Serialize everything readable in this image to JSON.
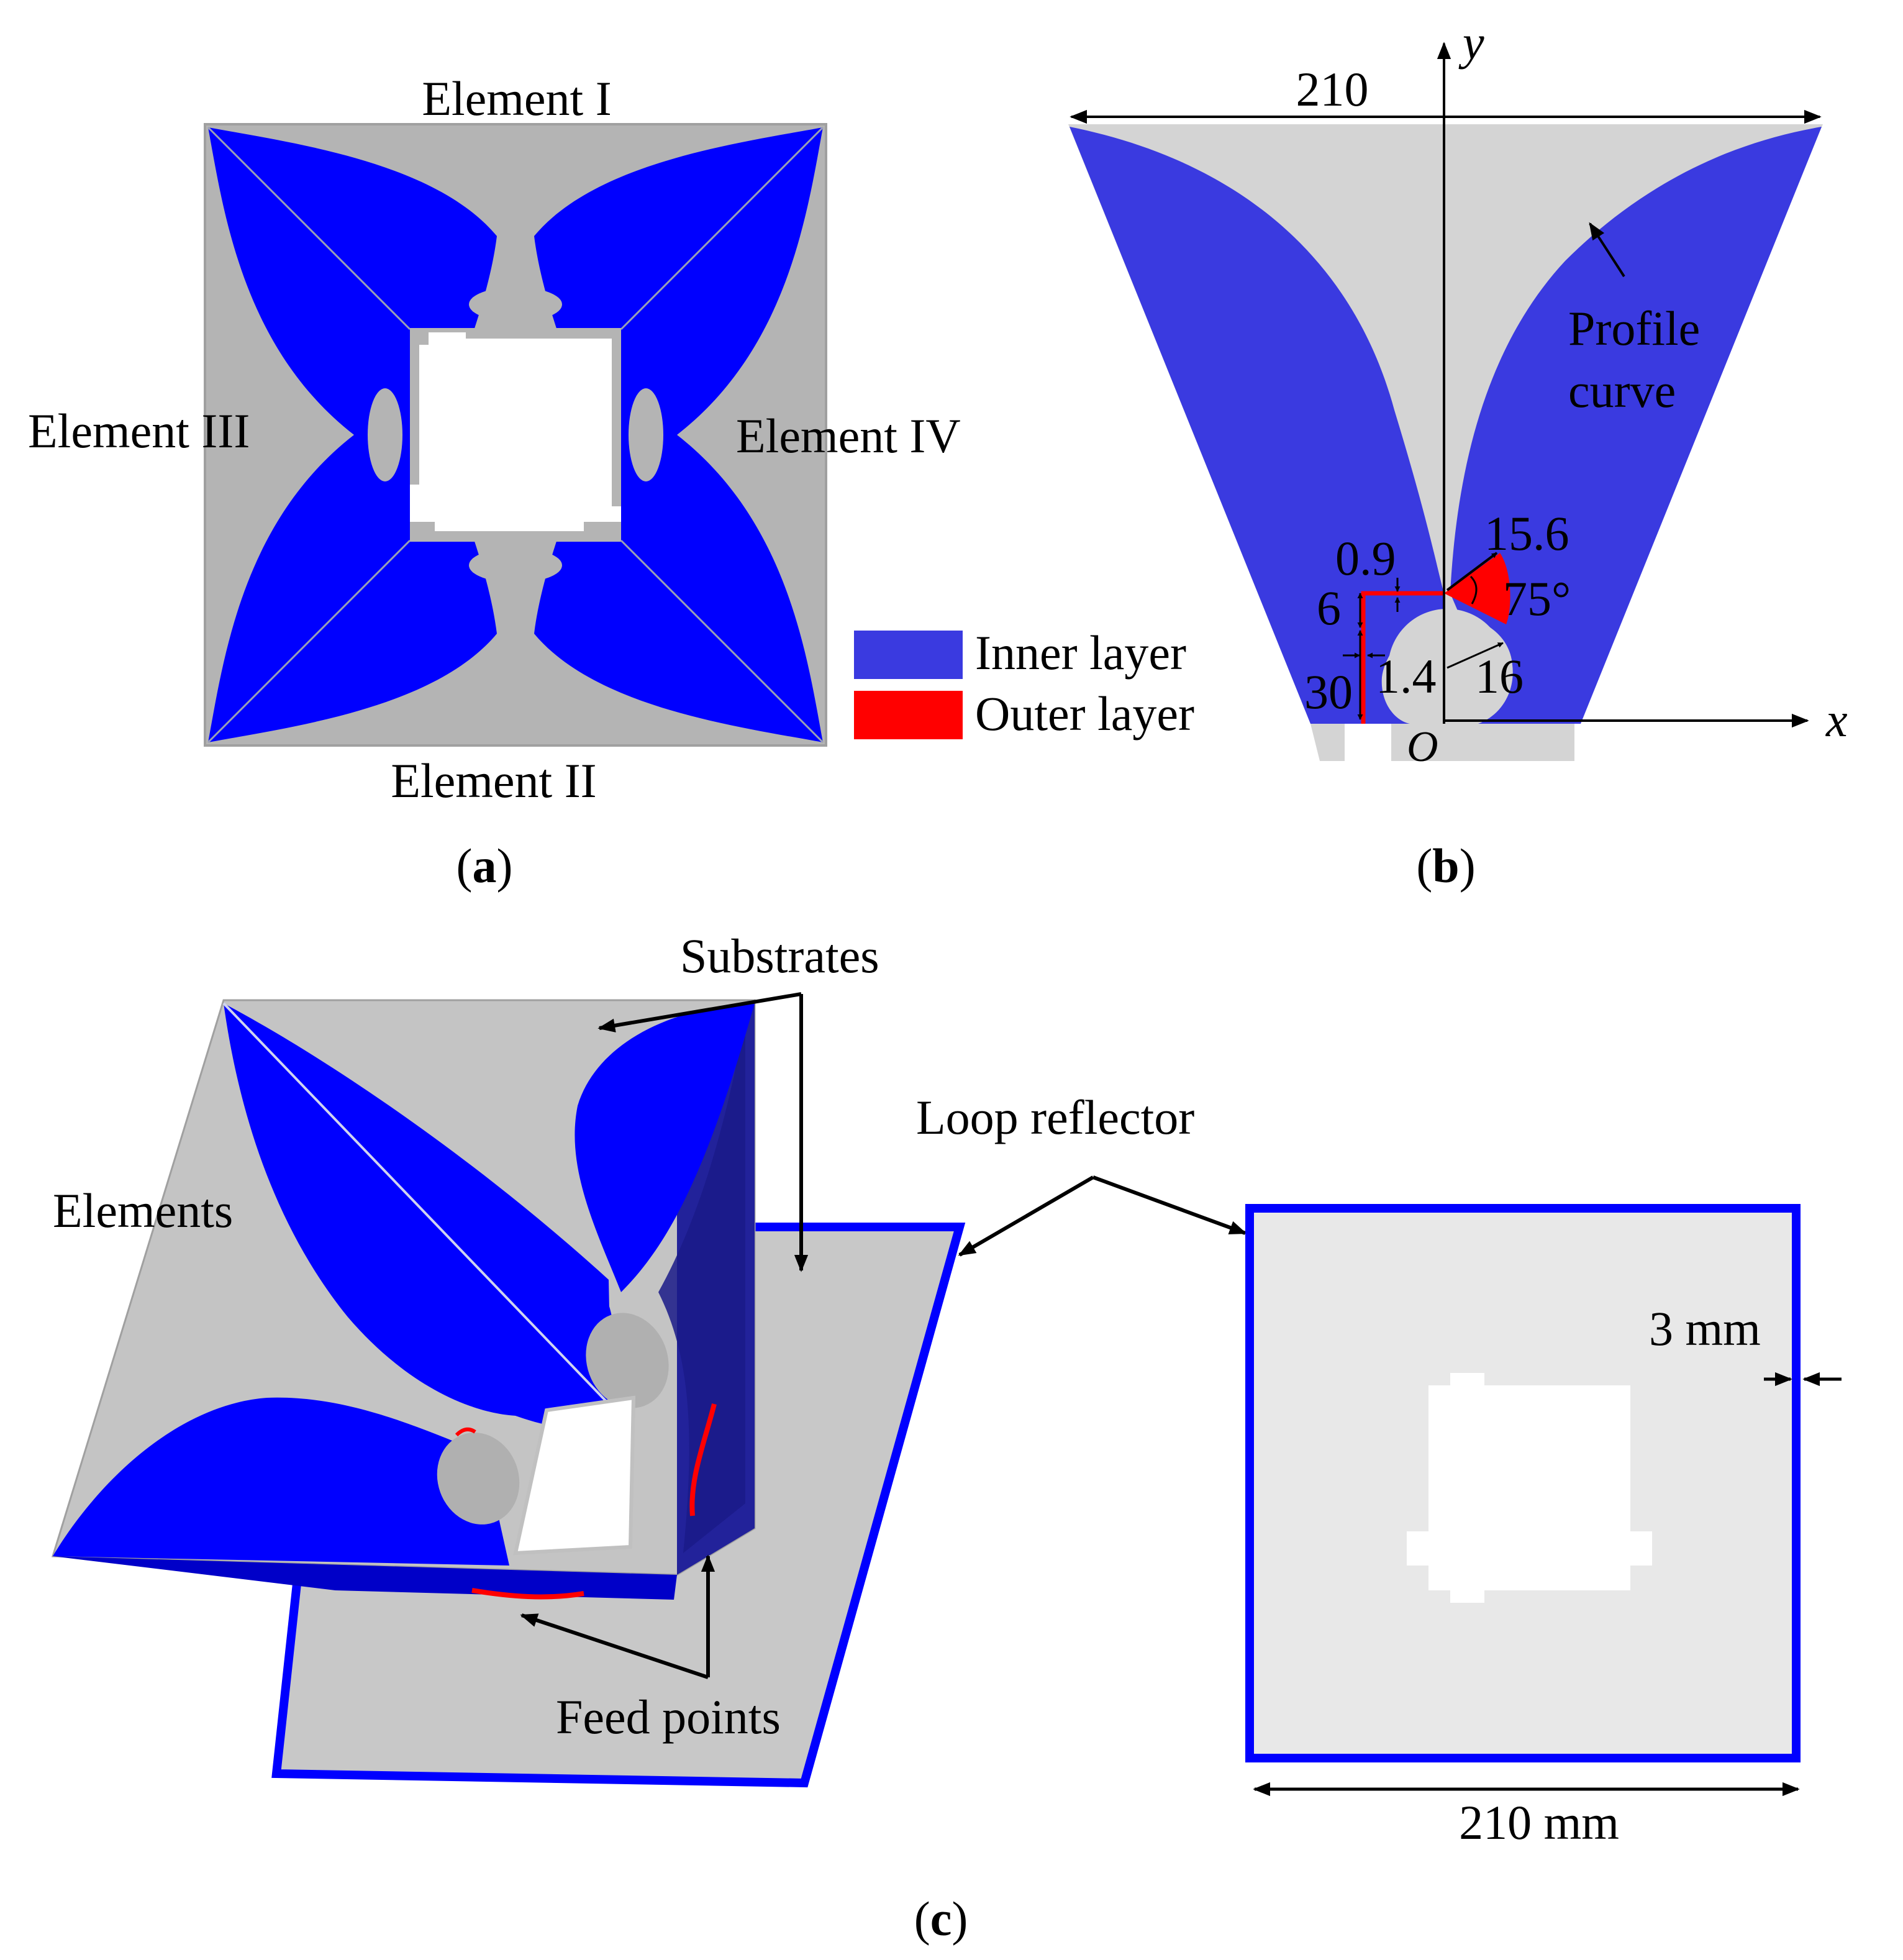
{
  "panel_a": {
    "caption_letter": "a",
    "element_top": "Element I",
    "element_bottom": "Element II",
    "element_left": "Element III",
    "element_right": "Element IV",
    "legend": [
      {
        "label": "Inner layer",
        "color": "#3a3ae0"
      },
      {
        "label": "Outer layer",
        "color": "#ff0000"
      }
    ]
  },
  "panel_b": {
    "caption_letter": "b",
    "axis_x": "x",
    "axis_y": "y",
    "origin": "O",
    "dim_width": "210",
    "dim_0_9": "0.9",
    "dim_15_6": "15.6",
    "dim_angle": "75°",
    "dim_6": "6",
    "dim_1_4": "1.4",
    "dim_16": "16",
    "dim_30": "30",
    "profile_line1": "Profile",
    "profile_line2": "curve"
  },
  "panel_c": {
    "caption_letter": "c",
    "substrates": "Substrates",
    "loop_reflector": "Loop reflector",
    "elements": "Elements",
    "feed_points": "Feed points",
    "dim_3mm": "3 mm",
    "dim_210mm": "210 mm"
  },
  "colors": {
    "metal_blue": "#0000ff",
    "inner_blue": "#3a3ae0",
    "outer_red": "#ff0000",
    "substrate_grey": "#b4b4b4",
    "light_grey": "#d4d4d4",
    "reflector_grey": "#e8e8e8"
  }
}
